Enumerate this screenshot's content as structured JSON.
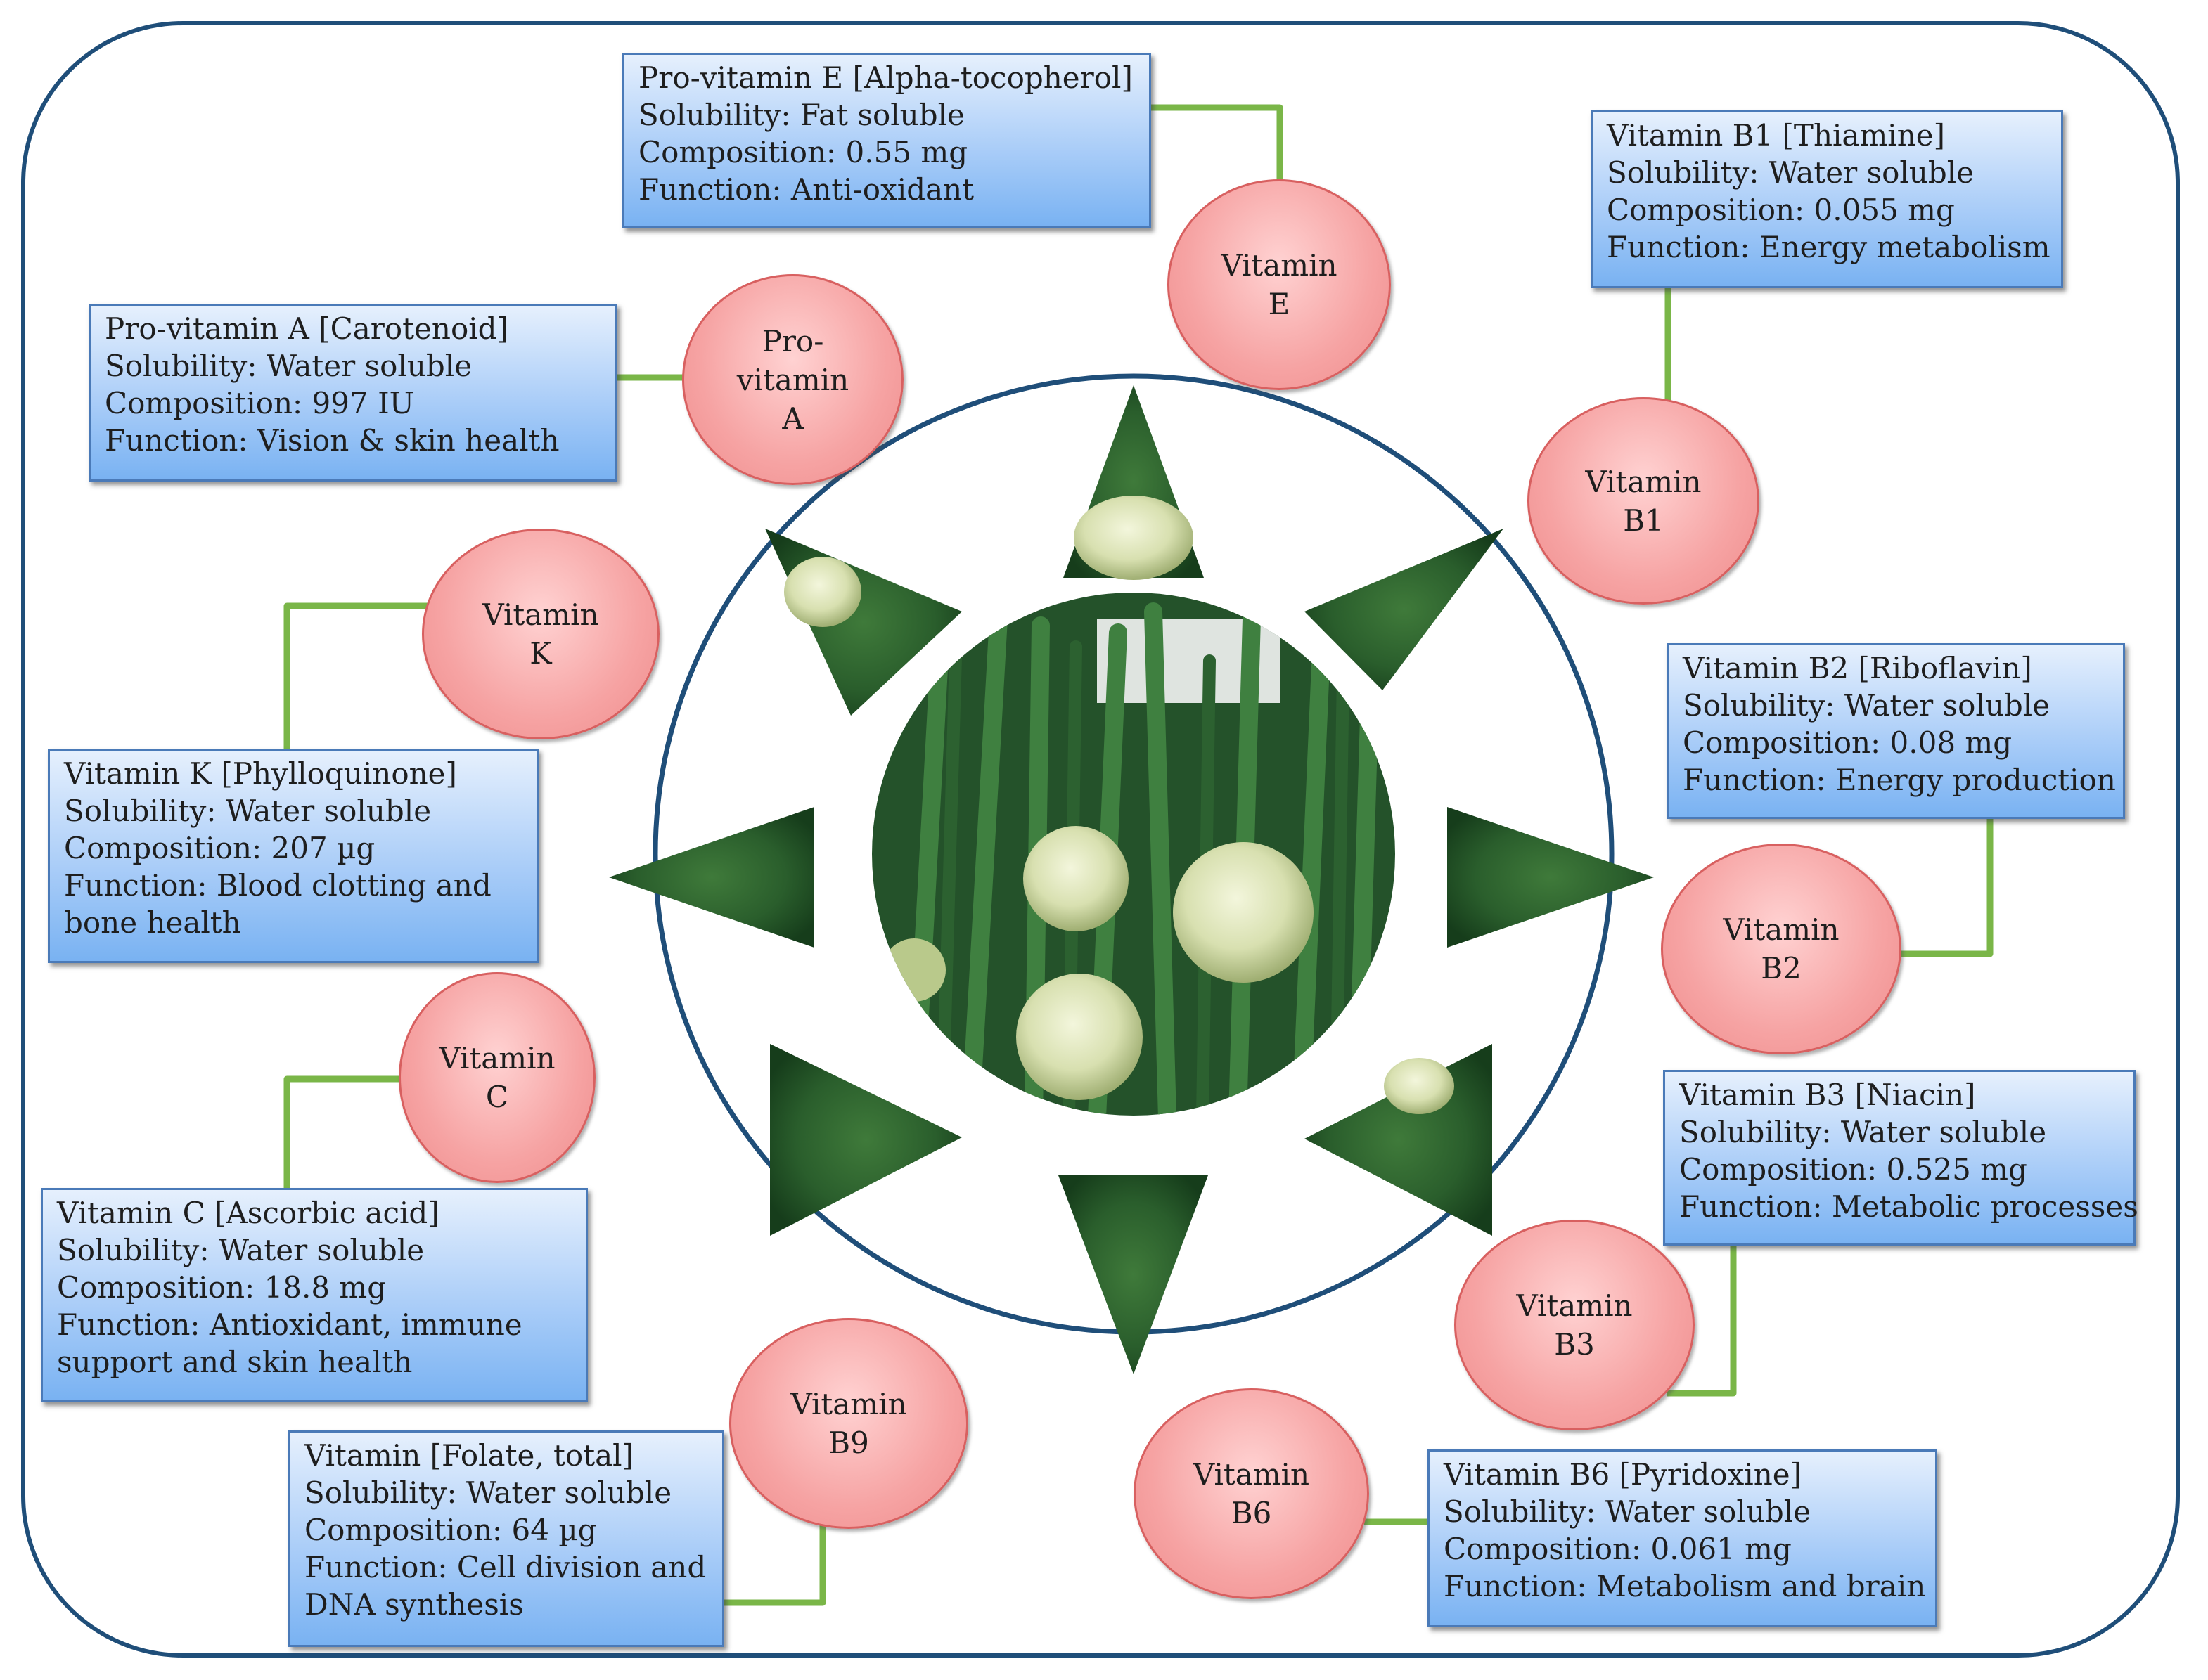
{
  "colors": {
    "frame": "#1f4e79",
    "connector": "#7ab648",
    "node_fill": "#f6a3a3",
    "box_fill": "#aacdf8",
    "hub_ring": "#1f4e79"
  },
  "center": {
    "image": "onion-flower-photo-icon"
  },
  "vitamins": [
    {
      "id": "e",
      "node": [
        "Vitamin",
        "E"
      ],
      "box": [
        "Pro-vitamin E [Alpha-tocopherol]",
        "Solubility: Fat soluble",
        "Composition: 0.55 mg",
        "Function: Anti-oxidant"
      ]
    },
    {
      "id": "b1",
      "node": [
        "Vitamin",
        "B1"
      ],
      "box": [
        "Vitamin B1 [Thiamine]",
        "Solubility: Water soluble",
        "Composition: 0.055 mg",
        "Function: Energy metabolism"
      ]
    },
    {
      "id": "b2",
      "node": [
        "Vitamin",
        "B2"
      ],
      "box": [
        "Vitamin B2 [Riboflavin]",
        "Solubility: Water soluble",
        "Composition: 0.08 mg",
        "Function:  Energy production"
      ]
    },
    {
      "id": "b3",
      "node": [
        "Vitamin",
        "B3"
      ],
      "box": [
        "Vitamin B3 [Niacin]",
        "Solubility: Water soluble",
        "Composition: 0.525 mg",
        "Function: Metabolic processes"
      ]
    },
    {
      "id": "b6",
      "node": [
        "Vitamin",
        "B6"
      ],
      "box": [
        "Vitamin B6 [Pyridoxine]",
        "Solubility: Water soluble",
        "Composition: 0.061 mg",
        "Function:  Metabolism and brain"
      ]
    },
    {
      "id": "b9",
      "node": [
        "Vitamin",
        "B9"
      ],
      "box": [
        "Vitamin [Folate, total]",
        "Solubility: Water soluble",
        "Composition: 64 µg",
        "Function:  Cell division and DNA synthesis"
      ]
    },
    {
      "id": "c",
      "node": [
        "Vitamin",
        "C"
      ],
      "box": [
        "Vitamin C [Ascorbic acid]",
        "Solubility: Water soluble",
        "Composition: 18.8 mg",
        "Function:  Antioxidant, immune support and skin health"
      ]
    },
    {
      "id": "k",
      "node": [
        "Vitamin",
        "K"
      ],
      "box": [
        "Vitamin K [Phylloquinone]",
        "Solubility: Water soluble",
        "Composition: 207 µg",
        "Function: Blood clotting and bone health"
      ]
    },
    {
      "id": "a",
      "node": [
        "Pro-",
        "vitamin",
        "A"
      ],
      "box": [
        "Pro-vitamin A [Carotenoid]",
        "Solubility: Water soluble",
        "Composition: 997 IU",
        "Function: Vision & skin health"
      ]
    }
  ]
}
